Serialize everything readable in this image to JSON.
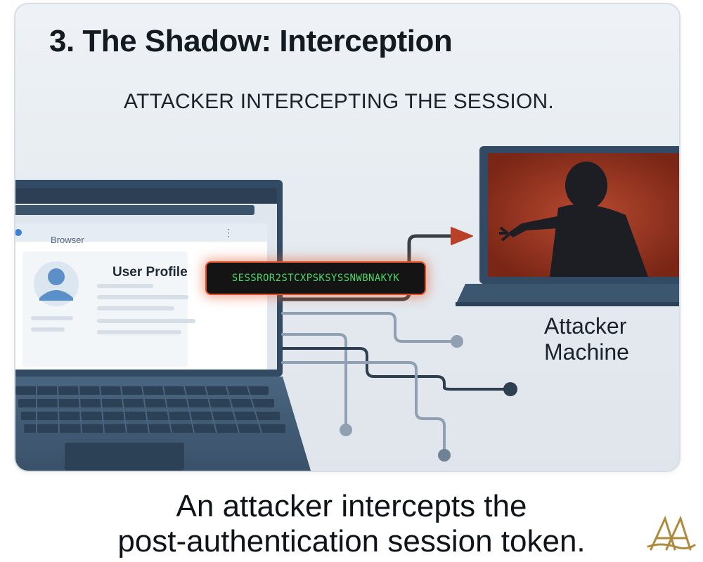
{
  "title": "3. The Shadow: Interception",
  "subtitle": "ATTACKER INTERCEPTING THE SESSION.",
  "browser": {
    "tab_label": "Browser",
    "profile_label": "User Profile"
  },
  "token": {
    "value": "SESSROR2STCXPSKSYSSNWBNAKYK"
  },
  "attacker": {
    "label_line1": "Attacker",
    "label_line2": "Machine"
  },
  "caption": {
    "line1": "An attacker intercepts the",
    "line2": "post-authentication session token."
  },
  "logo": {
    "monogram": "AA"
  },
  "colors": {
    "laptop_frame": "#3b5470",
    "attacker_screen": "#9c3a26",
    "token_glow": "#e0512c",
    "token_text": "#4bd66a",
    "arrow": "#3b3f45"
  }
}
